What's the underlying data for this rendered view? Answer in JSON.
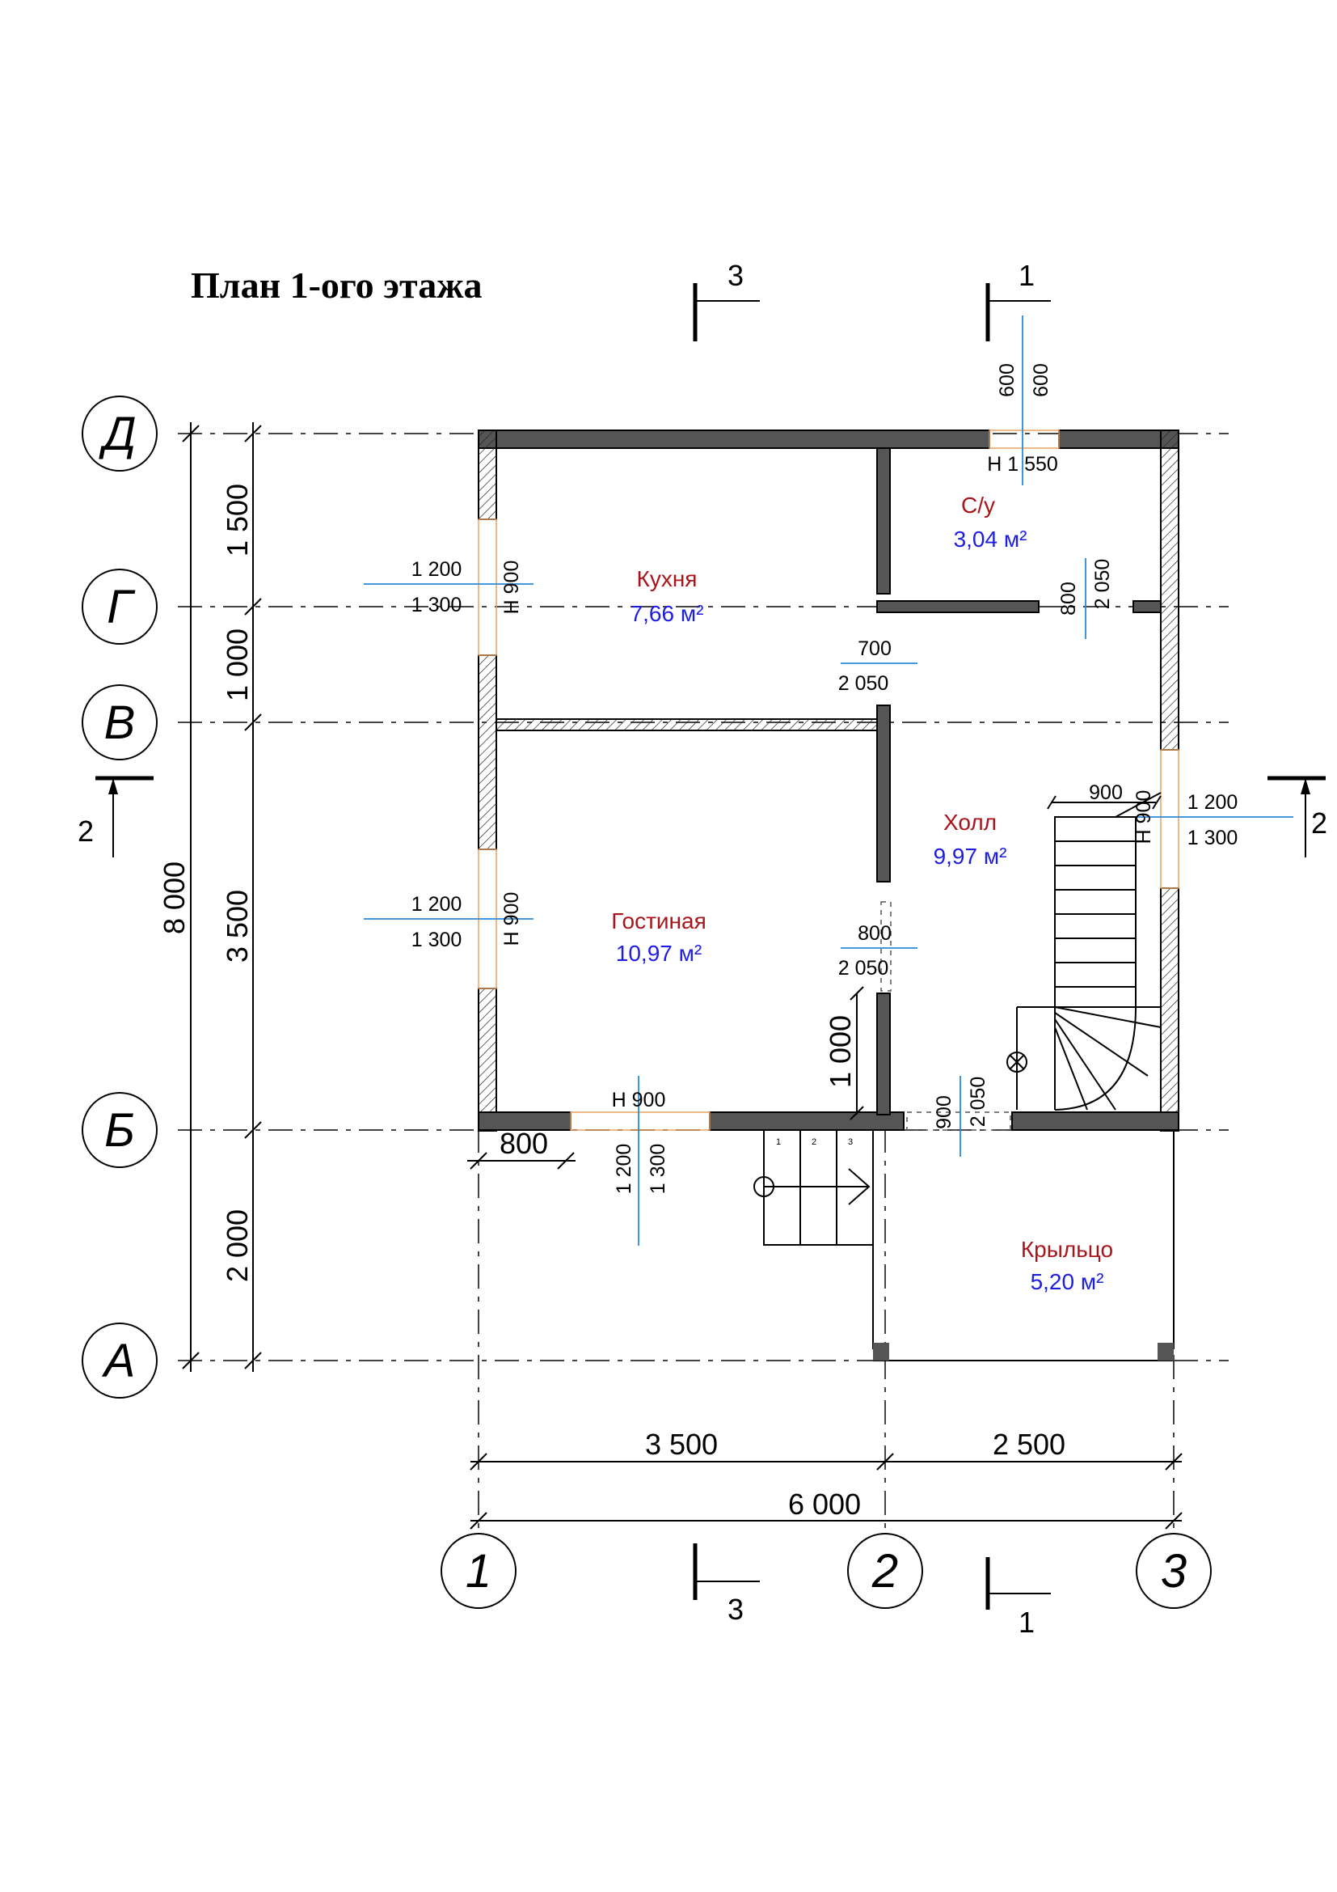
{
  "title": "План 1-ого этажа",
  "axes": {
    "rows": [
      "Д",
      "Г",
      "В",
      "Б",
      "А"
    ],
    "cols": [
      "1",
      "2",
      "3"
    ]
  },
  "rooms": [
    {
      "name": "Кухня",
      "area": "7,66 м²"
    },
    {
      "name": "С/у",
      "area": "3,04 м²"
    },
    {
      "name": "Холл",
      "area": "9,97 м²"
    },
    {
      "name": "Гостиная",
      "area": "10,97 м²"
    },
    {
      "name": "Крыльцо",
      "area": "5,20 м²"
    }
  ],
  "dimensions": {
    "left_total": "8 000",
    "left_segments": [
      "1 500",
      "1 000",
      "3 500",
      "2 000"
    ],
    "bottom_segments": [
      "3 500",
      "2 500"
    ],
    "bottom_total": "6 000",
    "porch_offset": "800",
    "hall_offset": "1 000"
  },
  "openings": {
    "win_kitchen": {
      "sill": "Н 900",
      "w": "1 200",
      "h": "1 300"
    },
    "win_living": {
      "sill": "Н 900",
      "w": "1 200",
      "h": "1 300"
    },
    "win_front": {
      "sill": "Н 900",
      "w": "1 200",
      "h": "1 300"
    },
    "win_hall": {
      "sill": "Н 900",
      "w": "1 200",
      "h": "1 300",
      "stair_w": "900"
    },
    "win_wc": {
      "sill": "Н 1 550",
      "w": "600",
      "h": "600"
    },
    "door_kitchen": {
      "w": "700",
      "h": "2 050"
    },
    "door_wc": {
      "w": "800",
      "h": "2 050"
    },
    "door_living": {
      "w": "800",
      "h": "2 050"
    },
    "door_entry": {
      "w": "900",
      "h": "2 050"
    }
  },
  "sections": {
    "s3": "3",
    "s1": "1",
    "s2": "2"
  },
  "steps": [
    "1",
    "2",
    "3"
  ]
}
